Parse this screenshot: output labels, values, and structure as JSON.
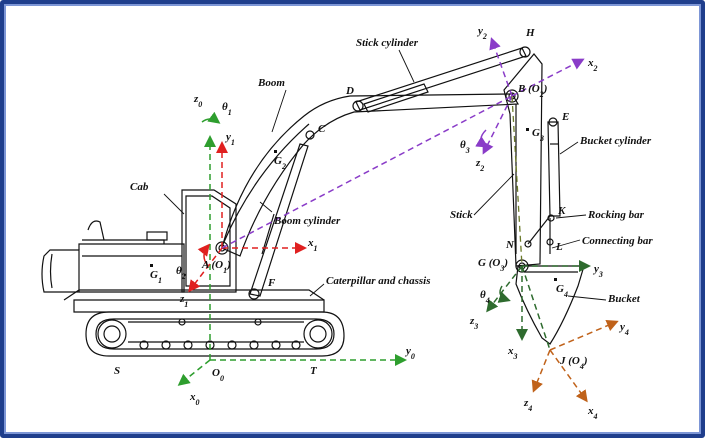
{
  "labels": {
    "boom": "Boom",
    "stick_cylinder": "Stick cylinder",
    "cab": "Cab",
    "boom_cylinder": "Boom cylinder",
    "caterpillar": "Caterpillar and chassis",
    "stick": "Stick",
    "bucket_cylinder": "Bucket cylinder",
    "rocking_bar": "Rocking bar",
    "connecting_bar": "Connecting bar",
    "bucket": "Bucket"
  },
  "points": {
    "A": "A (O",
    "A_sub": "1",
    "B": "B (O",
    "B_sub": "2",
    "G": "G (O",
    "G_sub": "3",
    "J": "J (O",
    "J_sub": "4",
    "C": "C",
    "D": "D",
    "E": "E",
    "F": "F",
    "H": "H",
    "K": "K",
    "L": "L",
    "N": "N",
    "S": "S",
    "T": "T",
    "O0": "O",
    "O0_sub": "0"
  },
  "centroids": {
    "G1": "G",
    "G1_sub": "1",
    "G2": "G",
    "G2_sub": "2",
    "G3": "G",
    "G3_sub": "3",
    "G4": "G",
    "G4_sub": "4"
  },
  "axes": {
    "x": "x",
    "y": "y",
    "z": "z",
    "theta": "θ",
    "sub0": "0",
    "sub1": "1",
    "sub2": "2",
    "sub3": "3",
    "sub4": "4"
  },
  "colors": {
    "frame_border": "#1f3e8c",
    "frame0": "#2e9e2e",
    "frame1": "#e02020",
    "frame2": "#8a3cc8",
    "frame3": "#2e7d2e",
    "frame4": "#d06a1a",
    "machine": "#111111"
  }
}
